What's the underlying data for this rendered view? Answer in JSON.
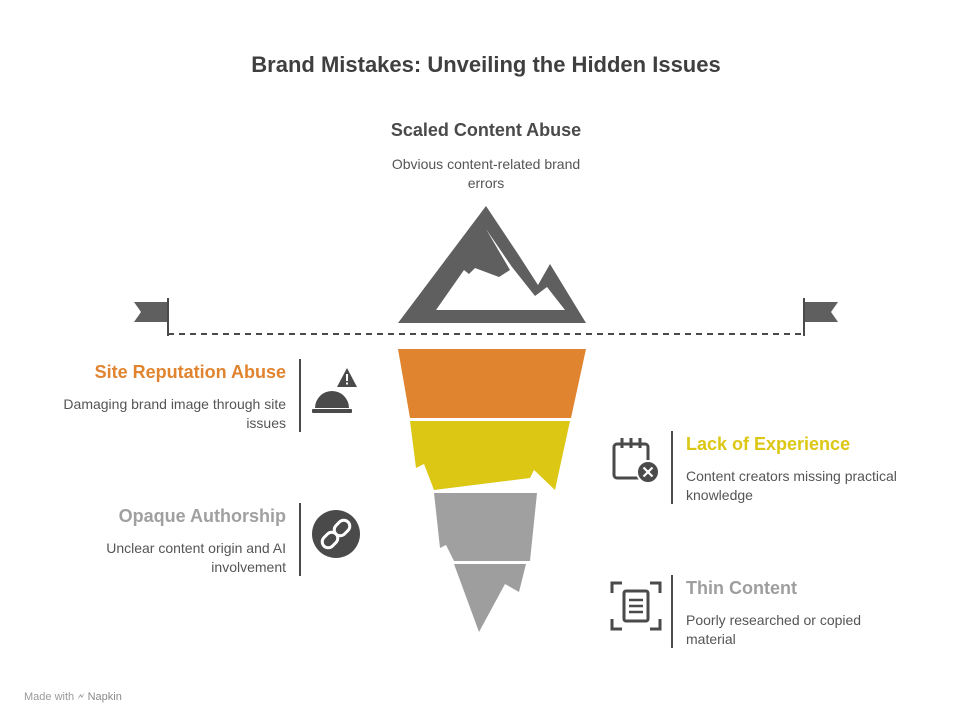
{
  "title": "Brand Mistakes: Unveiling the Hidden Issues",
  "top": {
    "heading": "Scaled Content Abuse",
    "description": "Obvious content-related brand errors"
  },
  "items": [
    {
      "heading": "Site Reputation Abuse",
      "description": "Damaging brand image through site issues",
      "color": "#e08430",
      "icon": "hard-hat-warning-icon"
    },
    {
      "heading": "Lack of Experience",
      "description": "Content creators missing practical knowledge",
      "color": "#dcc714",
      "icon": "calendar-cancel-icon"
    },
    {
      "heading": "Opaque Authorship",
      "description": "Unclear content origin and AI involvement",
      "color": "#a0a0a0",
      "icon": "link-badge-icon"
    },
    {
      "heading": "Thin Content",
      "description": "Poorly researched or copied material",
      "color": "#9e9e9e",
      "icon": "document-scan-icon"
    }
  ],
  "colors": {
    "mountain": "#5f5f5f",
    "orange": "#e08430",
    "yellow": "#dcc714",
    "gray_upper": "#a0a0a0",
    "gray_lower": "#9e9e9e",
    "dark": "#4a4a4a"
  },
  "footer": {
    "prefix": "Made with",
    "brand": "Napkin"
  }
}
